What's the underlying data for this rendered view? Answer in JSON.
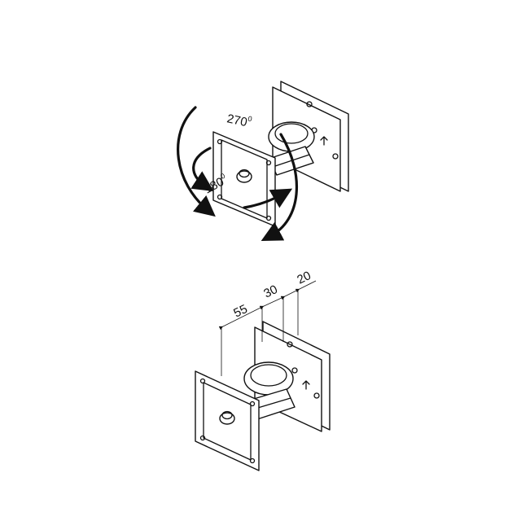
{
  "rotation_labels": {
    "large": "270",
    "small": "180"
  },
  "dimensions": {
    "d1": "55",
    "d2": "30",
    "d3": "20"
  },
  "colors": {
    "line": "#111111",
    "background": "#ffffff"
  }
}
